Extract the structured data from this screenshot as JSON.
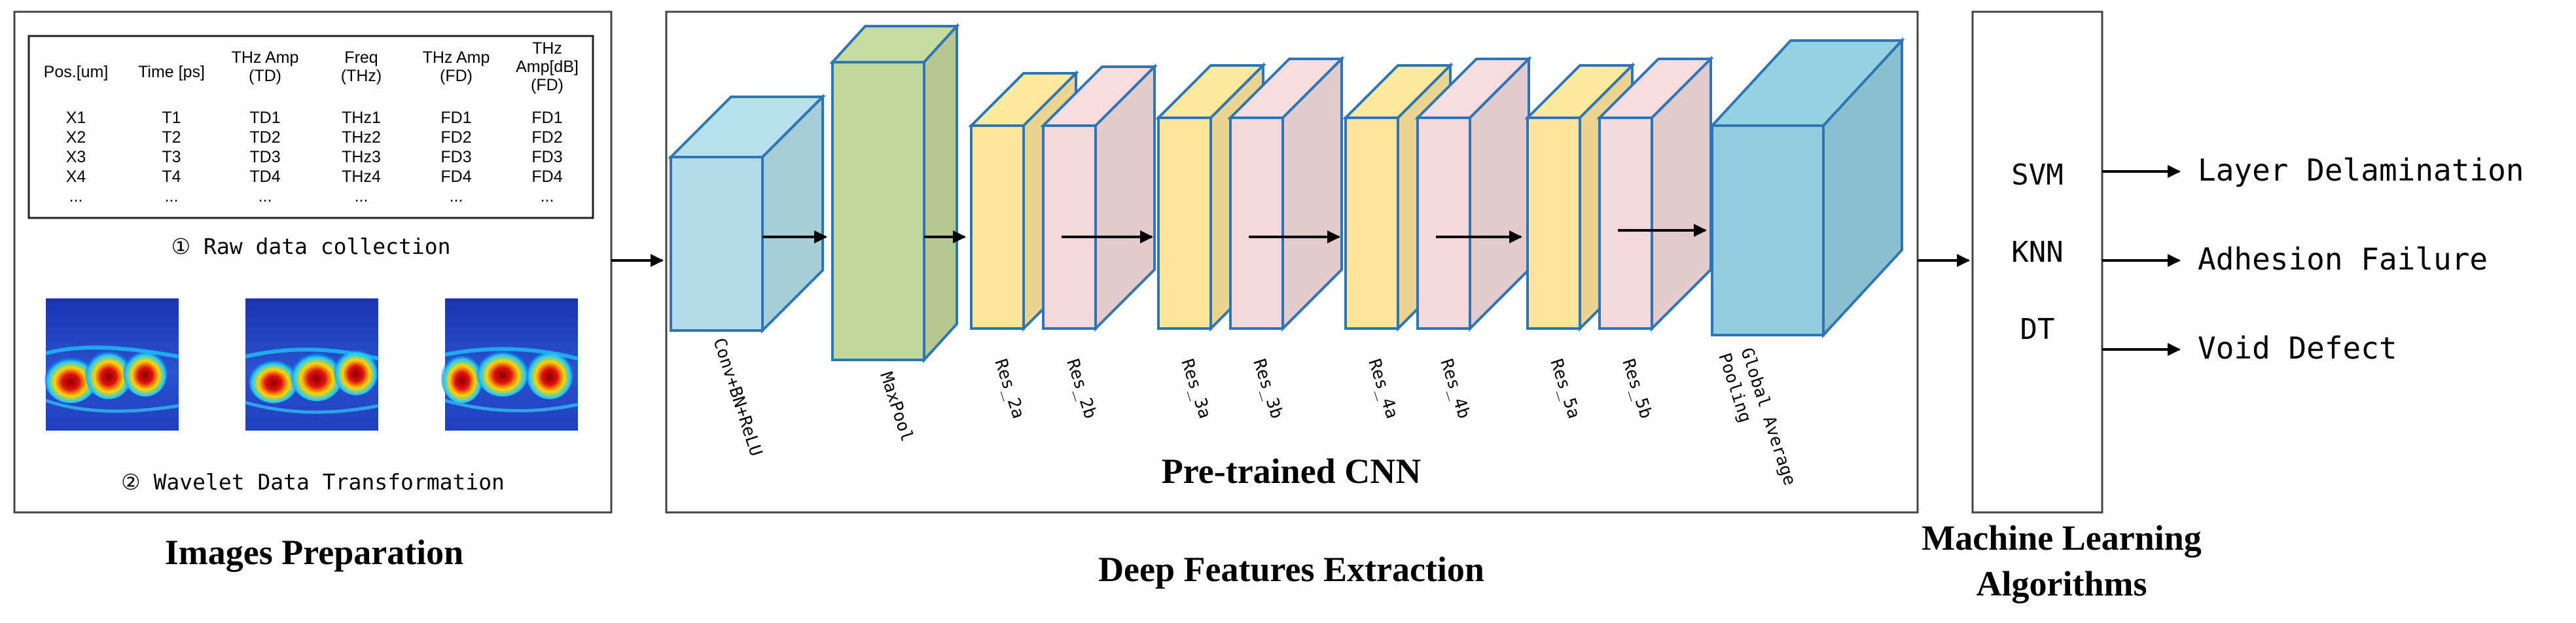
{
  "section_titles": {
    "images_preparation": "Images Preparation",
    "deep_features": "Deep Features Extraction",
    "ml_line1": "Machine Learning",
    "ml_line2": "Algorithms"
  },
  "raw_table": {
    "headers": [
      [
        "Pos.[um]"
      ],
      [
        "Time [ps]"
      ],
      [
        "THz Amp",
        "(TD)"
      ],
      [
        "Freq",
        "(THz)"
      ],
      [
        "THz Amp",
        "(FD)"
      ],
      [
        "THz",
        "Amp[dB]",
        "(FD)"
      ]
    ],
    "rows": [
      [
        "X1",
        "T1",
        "TD1",
        "THz1",
        "FD1",
        "FD1"
      ],
      [
        "X2",
        "T2",
        "TD2",
        "THz2",
        "FD2",
        "FD2"
      ],
      [
        "X3",
        "T3",
        "TD3",
        "THz3",
        "FD3",
        "FD3"
      ],
      [
        "X4",
        "T4",
        "TD4",
        "THz4",
        "FD4",
        "FD4"
      ],
      [
        "...",
        "...",
        "...",
        "...",
        "...",
        "..."
      ]
    ]
  },
  "captions": {
    "raw": "① Raw data collection",
    "wavelet": "② Wavelet Data Transformation"
  },
  "cnn": {
    "title": "Pre-trained CNN",
    "layers": [
      {
        "label": "Conv+BN+ReLU",
        "color": "#b3dce8"
      },
      {
        "label": "MaxPool",
        "color": "#c4d79b"
      },
      {
        "label": "Res_2a",
        "color": "#fce49b"
      },
      {
        "label": "Res_2b",
        "color": "#f3d9dc"
      },
      {
        "label": "Res_3a",
        "color": "#fce49b"
      },
      {
        "label": "Res_3b",
        "color": "#f3d9dc"
      },
      {
        "label": "Res_4a",
        "color": "#fce49b"
      },
      {
        "label": "Res_4b",
        "color": "#f3d9dc"
      },
      {
        "label": "Res_5a",
        "color": "#fce49b"
      },
      {
        "label": "Res_5b",
        "color": "#f3d9dc"
      },
      {
        "label": "Global Average Pooling",
        "label_line1": "Global Average",
        "label_line2": "Pooling",
        "color": "#93cddd"
      }
    ]
  },
  "classifiers": [
    "SVM",
    "KNN",
    "DT"
  ],
  "outputs": [
    "Layer Delamination",
    "Adhesion Failure",
    "Void Defect"
  ],
  "colors": {
    "edge": "#2e75b6",
    "heatmap_bg": "#1f3fbf"
  }
}
